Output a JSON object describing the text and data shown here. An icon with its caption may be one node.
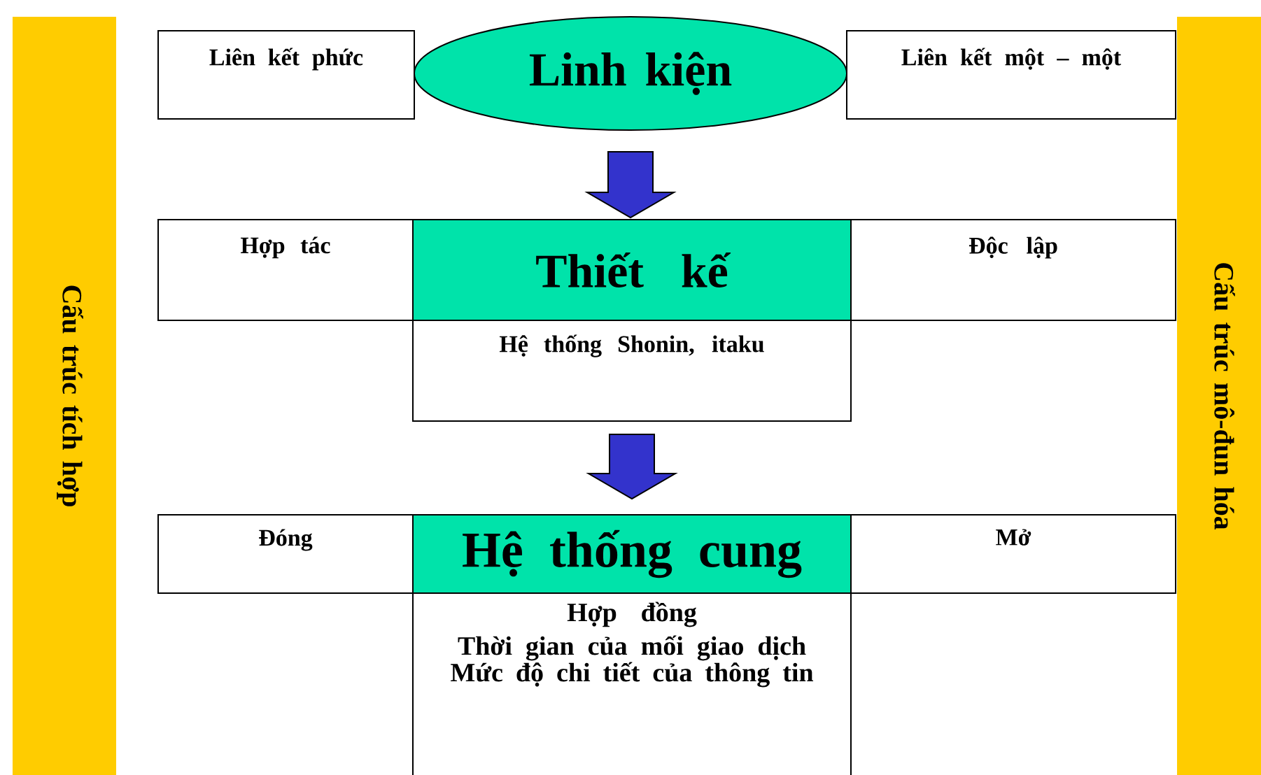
{
  "diagram": {
    "nodes": [
      {
        "text": [
          "Cấu trúc tích hợp"
        ]
      },
      {
        "text": [
          "Liên kết phức"
        ]
      },
      {
        "text": [
          "Linh kiện"
        ]
      },
      {
        "text": [
          "Liên kết một – một"
        ]
      },
      {
        "text": [
          "Hợp tác"
        ]
      },
      {
        "text": [
          "Thiết kế"
        ]
      },
      {
        "text": [
          "Độc lập"
        ]
      },
      {
        "text": [
          "Hệ thống Shonin, itaku"
        ]
      },
      {
        "text": [
          "Đóng"
        ]
      },
      {
        "text": [
          "Hệ thống cung"
        ]
      },
      {
        "text": [
          "Mở"
        ]
      },
      {
        "text": [
          "Hợp đồng",
          "Thời gian của mối giao dịch",
          "Mức độ chi tiết của thông tin"
        ]
      },
      {
        "text": [
          "Cấu trúc mô-đun hóa"
        ]
      }
    ],
    "edges": [
      {
        "from": 2,
        "to": 5,
        "arrow": "to"
      },
      {
        "from": 7,
        "to": 9,
        "arrow": "to"
      }
    ]
  }
}
